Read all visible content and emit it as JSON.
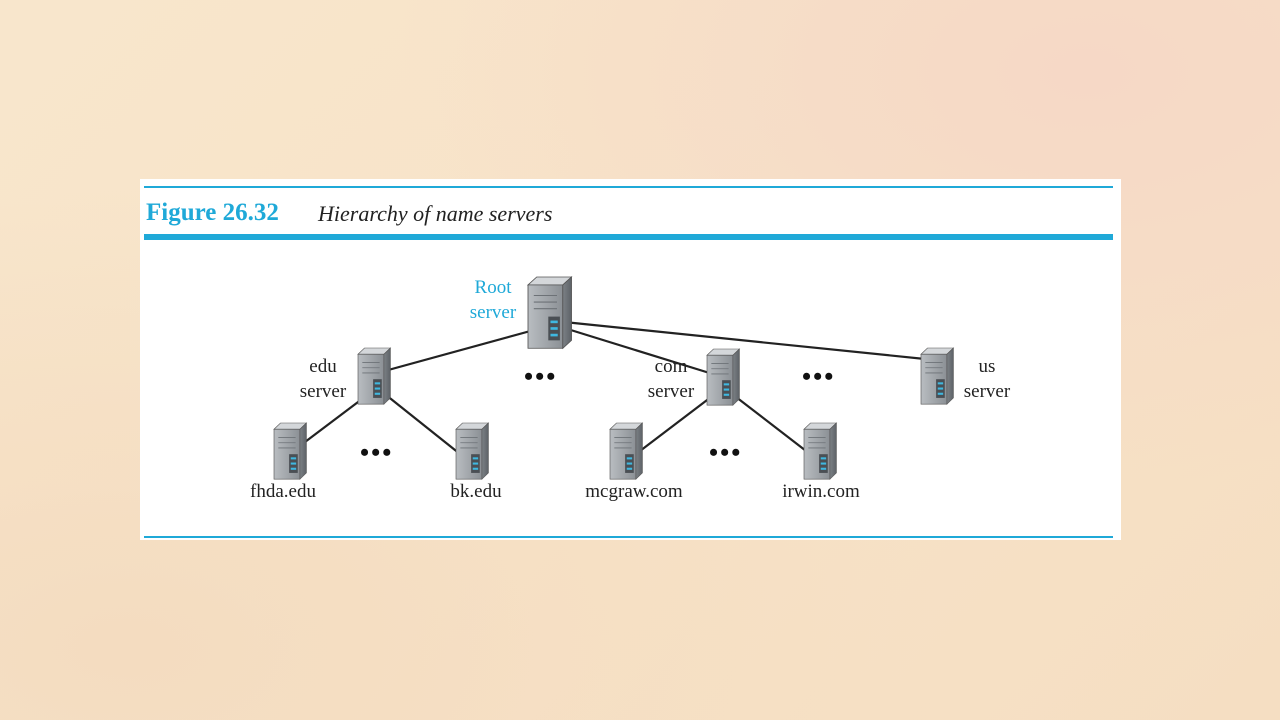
{
  "figure": {
    "number": "Figure 26.32",
    "title": "Hierarchy of name servers"
  },
  "colors": {
    "accent": "#1fa9d8",
    "link": "#222222",
    "server_body": "#9ea3a8"
  },
  "nodes": {
    "root": {
      "line1": "Root",
      "line2": "server"
    },
    "edu": {
      "line1": "edu",
      "line2": "server"
    },
    "com": {
      "line1": "com",
      "line2": "server"
    },
    "us": {
      "line1": "us",
      "line2": "server"
    },
    "fhda": {
      "label": "fhda.edu"
    },
    "bk": {
      "label": "bk.edu"
    },
    "mcgraw": {
      "label": "mcgraw.com"
    },
    "irwin": {
      "label": "irwin.com"
    }
  },
  "edges": [
    [
      "root",
      "edu"
    ],
    [
      "root",
      "com"
    ],
    [
      "root",
      "us"
    ],
    [
      "edu",
      "fhda"
    ],
    [
      "edu",
      "bk"
    ],
    [
      "com",
      "mcgraw"
    ],
    [
      "com",
      "irwin"
    ]
  ],
  "ellipsis": "•••"
}
